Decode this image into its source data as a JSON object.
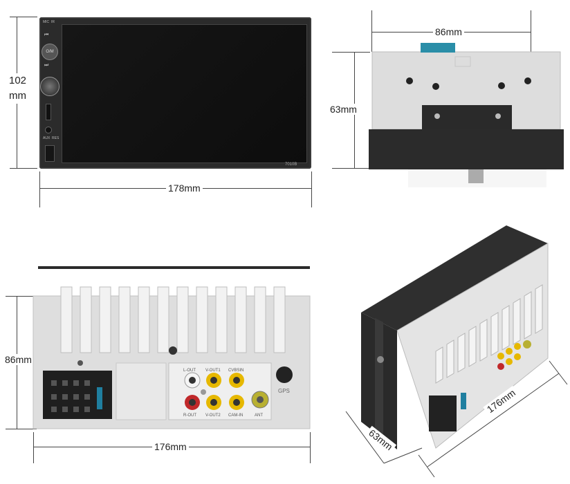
{
  "dimensions": {
    "front_height": "102\nmm",
    "front_width": "178mm",
    "top_width": "86mm",
    "top_height": "63mm",
    "rear_height": "86mm",
    "rear_width": "176mm",
    "side_depth": "63mm",
    "side_length": "176mm"
  },
  "front_panel": {
    "model_label": "7010B",
    "button_top_left": "MIC",
    "button_top_right": "IR",
    "power_button": "O/M",
    "aux_label": "AUX",
    "reset_label": "RES"
  },
  "rear_panel": {
    "lout_label": "L-OUT",
    "vout_label": "V-OUT1",
    "cvbsin_label": "CVBSIN",
    "rout_label": "R-OUT",
    "vout2_label": "V-OUT2",
    "camin_label": "CAM-IN",
    "ant_label": "ANT",
    "gps_label": "GPS"
  },
  "colors": {
    "screen": "#121212",
    "bezel": "#2a2a2a",
    "chassis": "#dcdcdc",
    "rca_yellow": "#e6b800",
    "rca_red": "#c0282a",
    "connector_teal": "#1f7fa0"
  }
}
